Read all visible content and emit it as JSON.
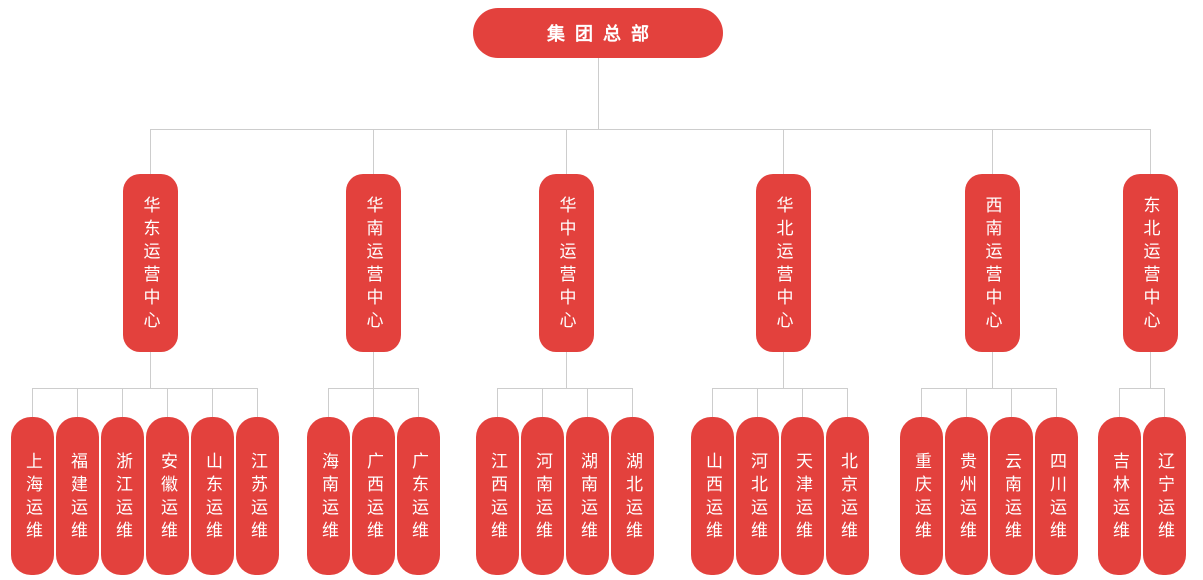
{
  "org_chart": {
    "root": {
      "label": "集团总部"
    },
    "branches": [
      {
        "label": "华东运营中心",
        "children": [
          "上海运维",
          "福建运维",
          "浙江运维",
          "安徽运维",
          "山东运维",
          "江苏运维"
        ]
      },
      {
        "label": "华南运营中心",
        "children": [
          "海南运维",
          "广西运维",
          "广东运维"
        ]
      },
      {
        "label": "华中运营中心",
        "children": [
          "江西运维",
          "河南运维",
          "湖南运维",
          "湖北运维"
        ]
      },
      {
        "label": "华北运营中心",
        "children": [
          "山西运维",
          "河北运维",
          "天津运维",
          "北京运维"
        ]
      },
      {
        "label": "西南运营中心",
        "children": [
          "重庆运维",
          "贵州运维",
          "云南运维",
          "四川运维"
        ]
      },
      {
        "label": "东北运营中心",
        "children": [
          "吉林运维",
          "辽宁运维"
        ]
      }
    ],
    "colors": {
      "node_fill": "#E3413D",
      "node_text": "#FFFFFF",
      "connector": "#CDCDCD",
      "background": "#FFFFFF"
    }
  }
}
